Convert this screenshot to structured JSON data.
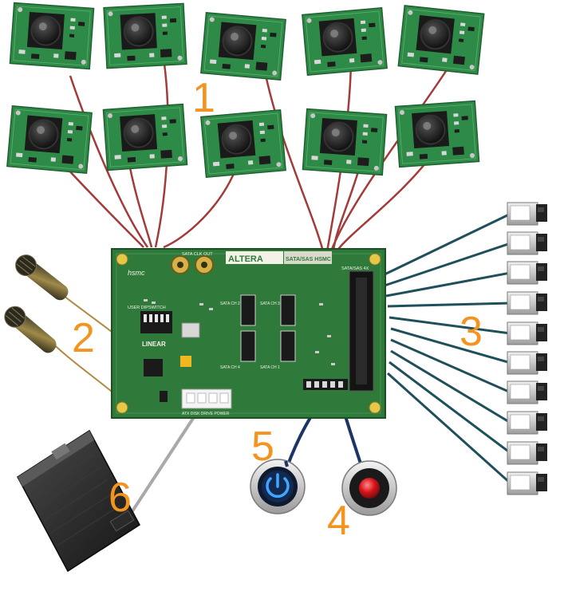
{
  "labels": {
    "n1": "1",
    "n2": "2",
    "n3": "3",
    "n4": "4",
    "n5": "5",
    "n6": "6"
  },
  "board": {
    "brand": "ALTERA",
    "model": "SATA/SAS HSMC",
    "clk_label": "SATA CLK OUT",
    "connector_label": "SATA/SAS 4X",
    "dipswitch_label": "USER DIPSWITCH",
    "maker": "LINEAR",
    "power_label": "ATX DISK DRIVE POWER",
    "hsmc_logo": "hsmc",
    "ch1": "SATA CH 1",
    "ch2": "SATA CH 2",
    "ch3": "SATA CH 3",
    "ch4": "SATA CH 4"
  },
  "colors": {
    "pcb": "#2f7a3a",
    "camera_pcb": "#2e8b47",
    "wire_red": "#a43a3a",
    "wire_teal": "#1f4f5a",
    "wire_navy": "#1d3566",
    "label_orange": "#f39420"
  }
}
